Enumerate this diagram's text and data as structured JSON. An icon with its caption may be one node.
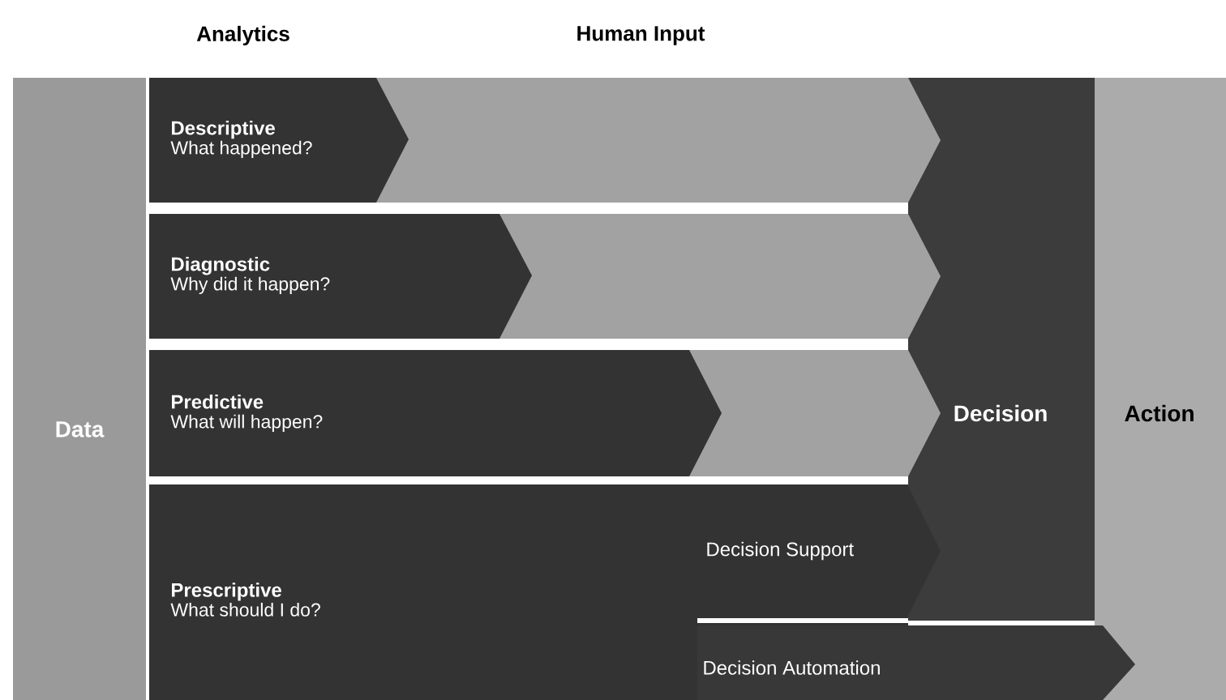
{
  "diagram": {
    "nodes": [
      {
        "text": [
          "Data"
        ]
      },
      {
        "text": [
          "Descriptive",
          "What happened?"
        ]
      },
      {
        "text": [
          "Diagnostic",
          "Why did it happen?"
        ]
      },
      {
        "text": [
          "Predictive",
          "What will happen?"
        ]
      },
      {
        "text": [
          "Prescriptive",
          "What should I do?"
        ]
      },
      {
        "text": [
          "Decision Support"
        ],
        "in": 4
      },
      {
        "text": [
          "Decision Automation"
        ]
      },
      {
        "text": [
          "Decision"
        ]
      },
      {
        "text": [
          "Action"
        ]
      }
    ],
    "labels": [
      "Analytics",
      "Human Input"
    ]
  }
}
